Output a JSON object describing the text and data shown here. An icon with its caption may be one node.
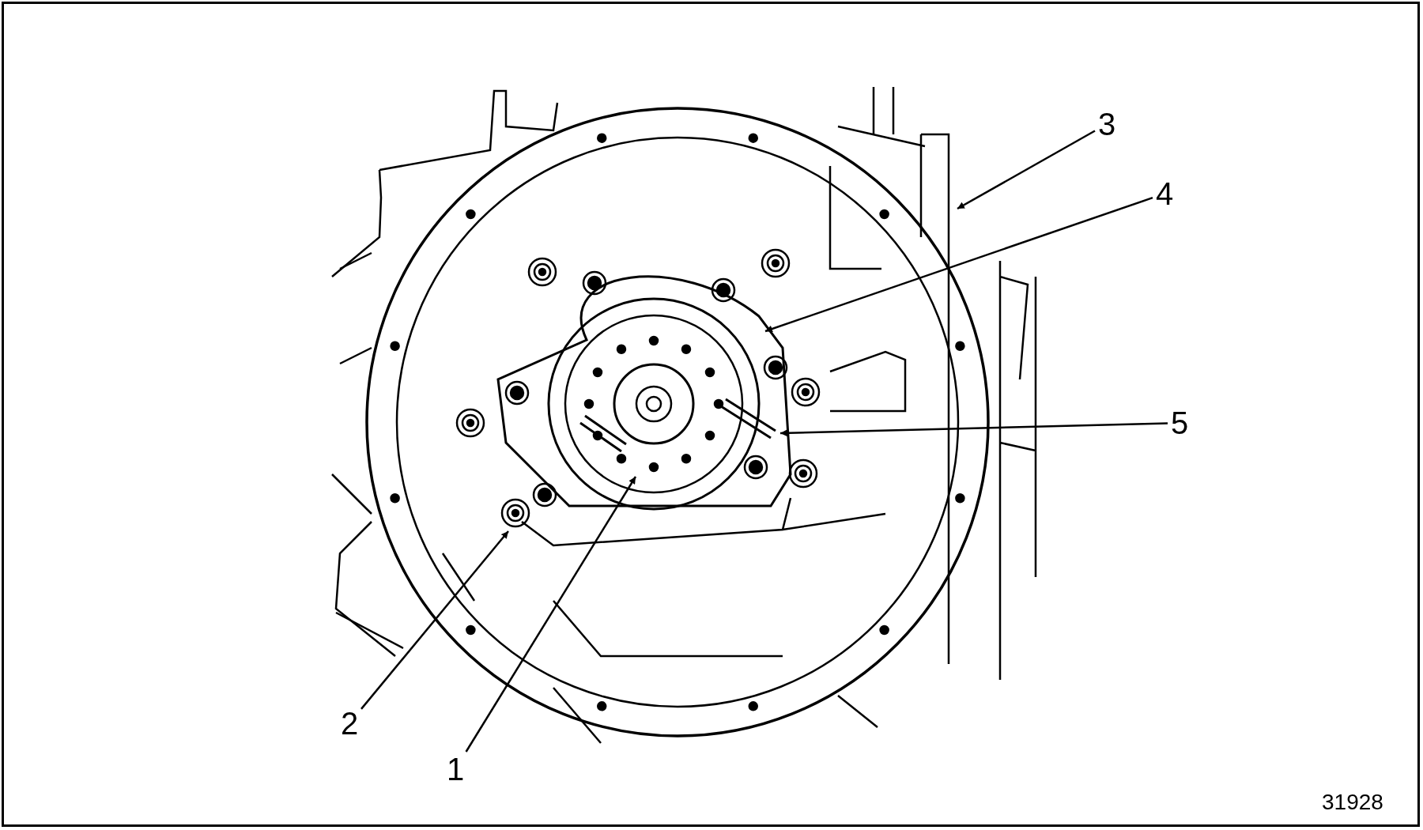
{
  "diagram": {
    "nodes": [
      {
        "text": [
          "1"
        ]
      },
      {
        "text": [
          "2"
        ]
      },
      {
        "text": [
          "3"
        ]
      },
      {
        "text": [
          "4"
        ]
      },
      {
        "text": [
          "5"
        ]
      }
    ],
    "edges": [
      {
        "from": 0,
        "to": null,
        "arrow": "to"
      },
      {
        "from": 1,
        "to": null,
        "arrow": "to"
      },
      {
        "from": 2,
        "to": null,
        "arrow": "to"
      },
      {
        "from": 3,
        "to": null,
        "arrow": "to"
      },
      {
        "from": 4,
        "to": null,
        "arrow": "to"
      }
    ],
    "labels": [
      "31928"
    ]
  }
}
